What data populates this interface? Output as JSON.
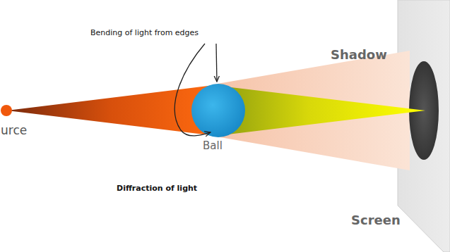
{
  "diagram": {
    "caption": "Diffraction of light",
    "labels": [
      "Bending of light from edges",
      "urce",
      "Ball",
      "Shadow",
      "Screen"
    ]
  }
}
